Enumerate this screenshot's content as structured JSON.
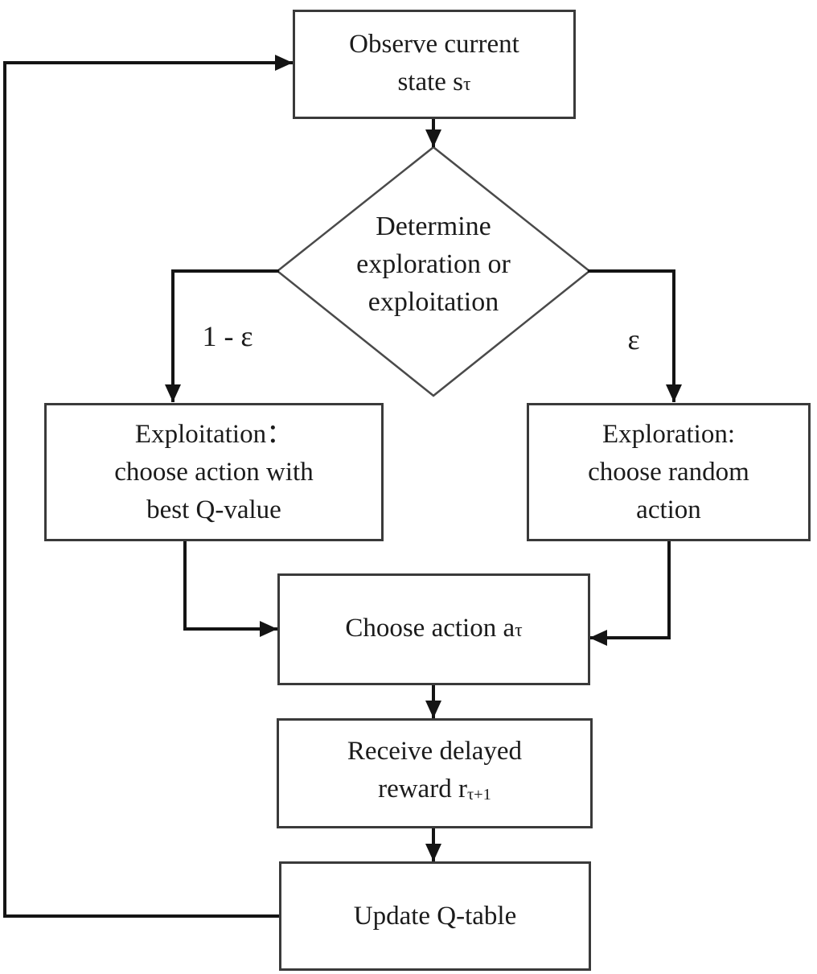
{
  "colors": {
    "background": "#ffffff",
    "box_border": "#3a3a3a",
    "diamond_border": "#4a4a4a",
    "arrow": "#141414",
    "text": "#1b1b1b"
  },
  "nodes": {
    "observe": {
      "line1": "Observe current",
      "line2_main": "state s",
      "line2_sub": "τ"
    },
    "decision": {
      "line1": "Determine",
      "line2": "exploration or",
      "line3": "exploitation"
    },
    "exploitation": {
      "line1": "Exploitation：",
      "line2": "choose action with",
      "line3": "best Q-value"
    },
    "exploration": {
      "line1": "Exploration:",
      "line2": "choose random",
      "line3": "action"
    },
    "choose_action": {
      "main": "Choose action a",
      "sub": "τ"
    },
    "receive_reward": {
      "line1": "Receive delayed",
      "line2_main": "reward r",
      "line2_sub": "τ+1"
    },
    "update_qtable": {
      "label": "Update Q-table"
    }
  },
  "edge_labels": {
    "exploitation_branch": "1 - ε",
    "exploration_branch": "ε"
  }
}
